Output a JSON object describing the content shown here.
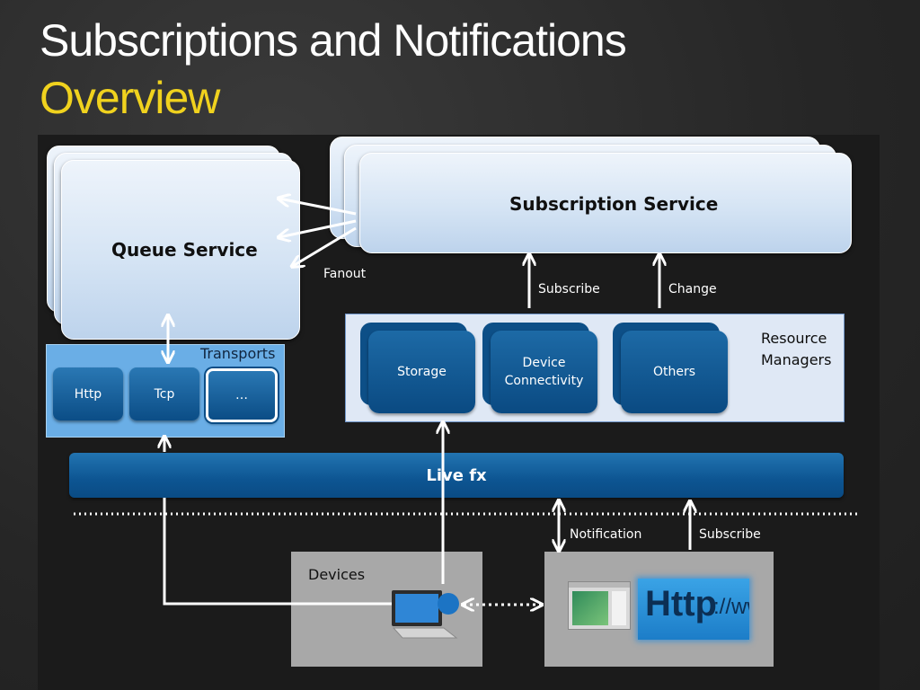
{
  "slide": {
    "title": "Subscriptions and Notifications",
    "subtitle": "Overview"
  },
  "queue_service": {
    "label": "Queue Service"
  },
  "subscription_service": {
    "label": "Subscription Service"
  },
  "edge_labels": {
    "fanout": "Fanout",
    "subscribe_top": "Subscribe",
    "change": "Change",
    "notification": "Notification",
    "subscribe_bottom": "Subscribe"
  },
  "transports": {
    "title": "Transports",
    "items": [
      "Http",
      "Tcp",
      "…"
    ]
  },
  "resource_managers": {
    "title_line1": "Resource",
    "title_line2": "Managers",
    "items": [
      {
        "line1": "Storage",
        "line2": ""
      },
      {
        "line1": "Device",
        "line2": "Connectivity"
      },
      {
        "line1": "Others",
        "line2": ""
      }
    ]
  },
  "live_fx": {
    "label": "Live fx"
  },
  "devices": {
    "label": "Devices"
  },
  "web_client": {
    "http_big": "Http",
    "http_small": "://www"
  },
  "colors": {
    "title_white": "#ffffff",
    "subtitle_yellow": "#f0d21e",
    "dark_blue": "#0b4d86",
    "light_blue_box": "#dfe8f5",
    "transports_blue": "#6aaee6",
    "gray_box": "#a8a8a8"
  },
  "icons": [
    "computer-icon",
    "browser-window-icon",
    "http-logo-icon"
  ]
}
